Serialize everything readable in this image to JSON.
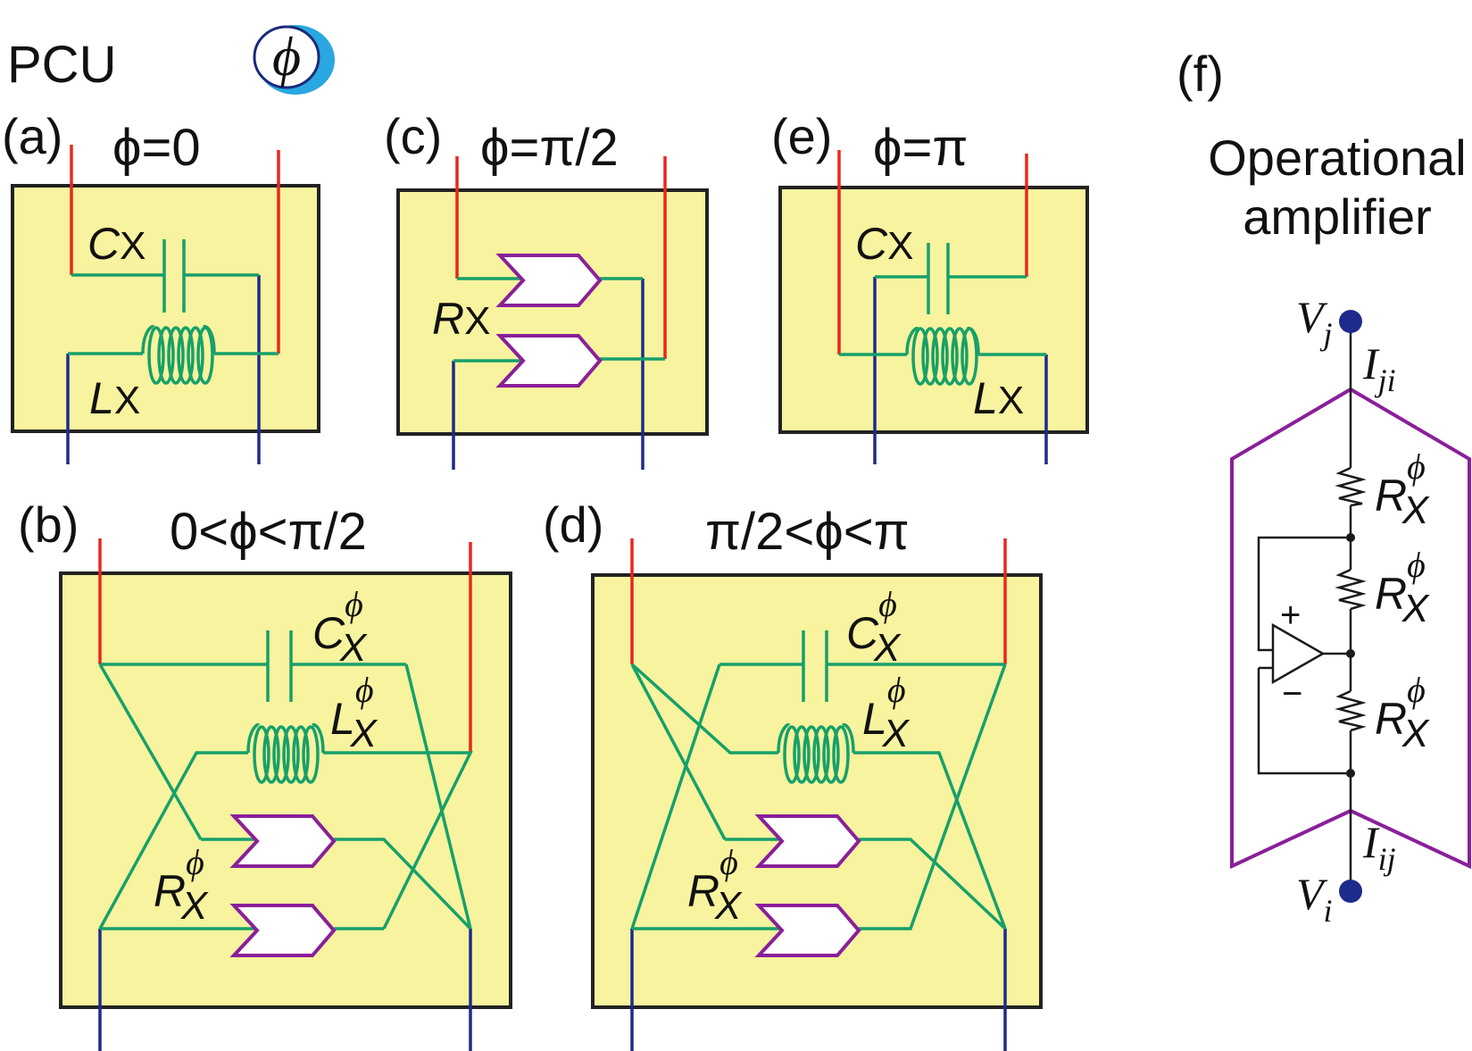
{
  "header": {
    "pcu_label": "PCU",
    "phi_symbol": "ϕ"
  },
  "panels": {
    "a": {
      "tag": "(a)",
      "condition": "ϕ=0"
    },
    "b": {
      "tag": "(b)",
      "condition": "0<ϕ<π/2"
    },
    "c": {
      "tag": "(c)",
      "condition": "ϕ=π/2"
    },
    "d": {
      "tag": "(d)",
      "condition": "π/2<ϕ<π"
    },
    "e": {
      "tag": "(e)",
      "condition": "ϕ=π"
    },
    "f": {
      "tag": "(f)",
      "title_line1": "Operational",
      "title_line2": "amplifier"
    }
  },
  "components": {
    "cap": "C",
    "ind": "L",
    "res": "R",
    "sub": "X",
    "sup": "ϕ"
  },
  "opamp": {
    "vj": "V",
    "vj_sub": "j",
    "vi": "V",
    "vi_sub": "i",
    "iji": "I",
    "iji_sub": "ji",
    "iij": "I",
    "iij_sub": "ij",
    "plus": "+",
    "minus": "−"
  },
  "colors": {
    "box_fill": "#f7f39e",
    "wire_green": "#17a06a",
    "lead_red": "#e8281c",
    "lead_blue": "#1e2a8c",
    "gate_purple": "#8a1f9a",
    "node_blue": "#1e2a8c"
  }
}
